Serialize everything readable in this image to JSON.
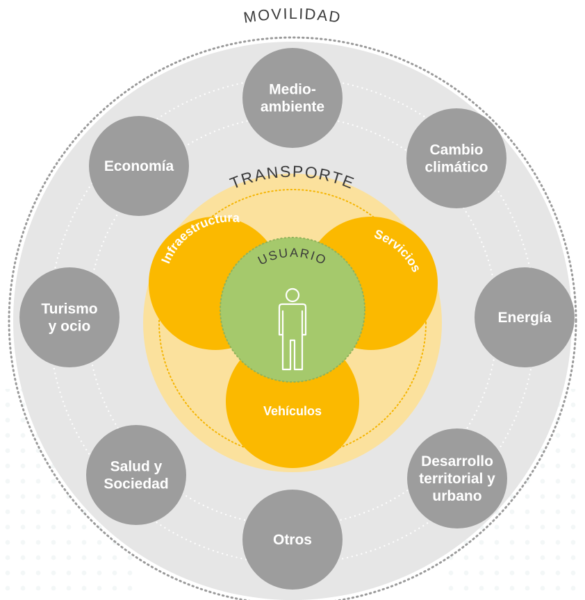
{
  "mobility": {
    "label": "MOVILIDAD"
  },
  "transport": {
    "label": "TRANSPORTE"
  },
  "user": {
    "label": "USUARIO",
    "icon": "person-icon"
  },
  "components": [
    {
      "id": "infraestructura",
      "label": "Infraestructura"
    },
    {
      "id": "servicios",
      "label": "Servicios"
    },
    {
      "id": "vehiculos",
      "label": "Vehículos"
    }
  ],
  "topics": [
    {
      "id": "medioambiente",
      "lines": [
        "Medio-",
        "ambiente"
      ]
    },
    {
      "id": "cambio-climatico",
      "lines": [
        "Cambio",
        "climático"
      ]
    },
    {
      "id": "energia",
      "lines": [
        "Energía"
      ]
    },
    {
      "id": "desarrollo-territorial",
      "lines": [
        "Desarrollo",
        "territorial y",
        "urbano"
      ]
    },
    {
      "id": "otros",
      "lines": [
        "Otros"
      ]
    },
    {
      "id": "salud-sociedad",
      "lines": [
        "Salud y",
        "Sociedad"
      ]
    },
    {
      "id": "turismo-ocio",
      "lines": [
        "Turismo",
        "y ocio"
      ]
    },
    {
      "id": "economia",
      "lines": [
        "Economía"
      ]
    }
  ],
  "colors": {
    "outer_ring": "#e6e6e6",
    "topic_circle": "#9d9d9d",
    "transport_fill": "#fbe19d",
    "component_fill": "#fbb900",
    "user_fill": "#a5c96c",
    "text_dark": "#3a3a3a"
  }
}
